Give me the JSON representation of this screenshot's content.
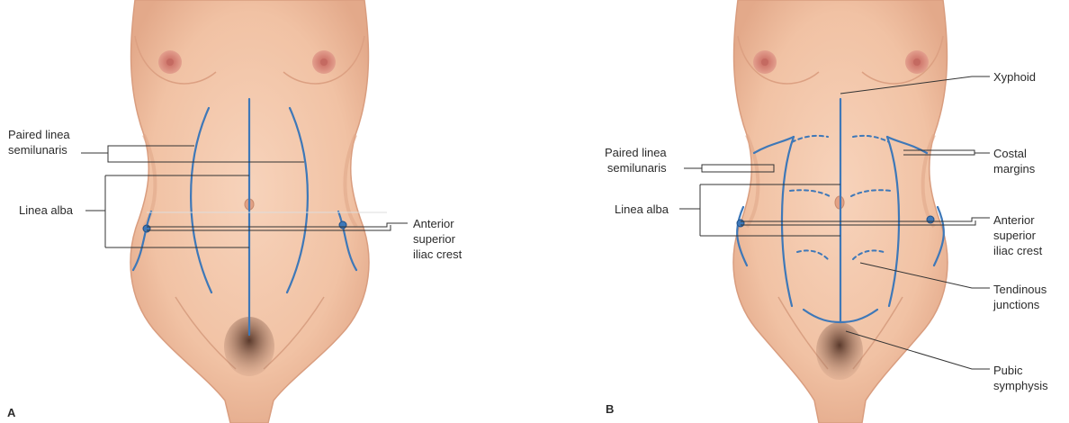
{
  "figure": {
    "panel_a": {
      "letter": "A",
      "labels": {
        "semilunaris_1": "Paired linea",
        "semilunaris_2": "semilunaris",
        "alba": "Linea alba",
        "asic_1": "Anterior",
        "asic_2": "superior",
        "asic_3": "iliac crest"
      }
    },
    "panel_b": {
      "letter": "B",
      "labels": {
        "xyphoid": "Xyphoid",
        "costal_1": "Costal",
        "costal_2": "margins",
        "semilunaris_1": "Paired linea",
        "semilunaris_2": "semilunaris",
        "alba": "Linea alba",
        "asic_1": "Anterior",
        "asic_2": "superior",
        "asic_3": "iliac crest",
        "tendinous_1": "Tendinous",
        "tendinous_2": "junctions",
        "pubic_1": "Pubic",
        "pubic_2": "symphysis"
      }
    },
    "colors": {
      "skin": "#f4c9ae",
      "skin_shadow": "#e2a98a",
      "areola": "#d9877c",
      "landmark_line": "#3e78b8",
      "leader_line": "#333333"
    }
  }
}
